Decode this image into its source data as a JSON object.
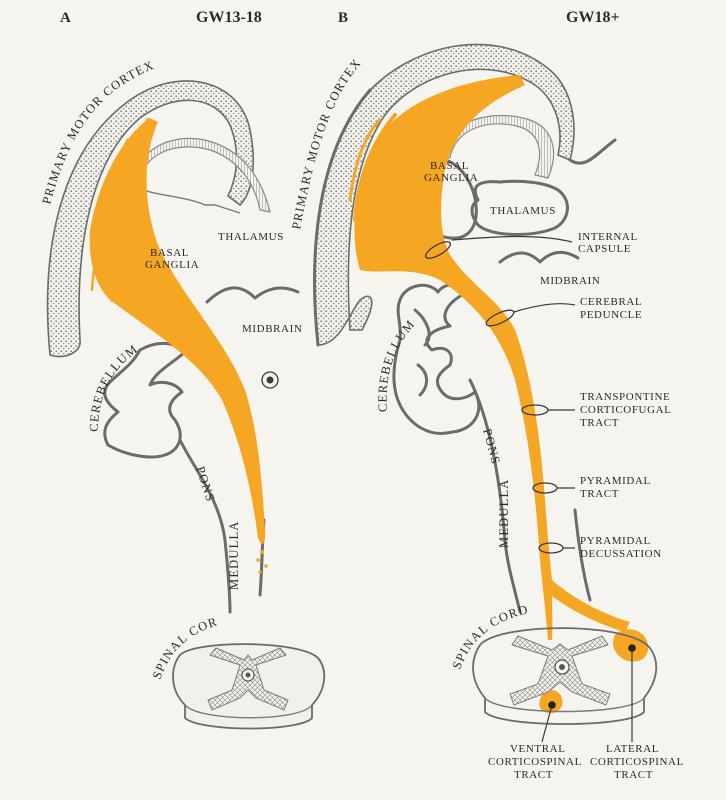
{
  "panels": {
    "a": {
      "letter": "A",
      "stage": "GW13-18",
      "labels": {
        "cortex": "PRIMARY MOTOR CORTEX",
        "thalamus": "THALAMUS",
        "basal_line1": "BASAL",
        "basal_line2": "GANGLIA",
        "midbrain": "MIDBRAIN",
        "cerebellum": "CEREBELLUM",
        "pons": "PONS",
        "medulla": "MEDULLA",
        "spinal_cord": "SPINAL CORD"
      }
    },
    "b": {
      "letter": "B",
      "stage": "GW18+",
      "labels": {
        "cortex": "PRIMARY MOTOR CORTEX",
        "basal_line1": "BASAL",
        "basal_line2": "GANGLIA",
        "thalamus": "THALAMUS",
        "midbrain": "MIDBRAIN",
        "cerebellum": "CEREBELLUM",
        "pons": "PONS",
        "medulla": "MEDULLA",
        "spinal_cord": "SPINAL CORD"
      },
      "callouts": {
        "internal_capsule": [
          "INTERNAL",
          "CAPSULE"
        ],
        "cerebral_peduncle": [
          "CEREBRAL",
          "PEDUNCLE"
        ],
        "transpontine": [
          "TRANSPONTINE",
          "CORTICOFUGAL",
          "TRACT"
        ],
        "pyramidal_tract": [
          "PYRAMIDAL",
          "TRACT"
        ],
        "pyramidal_decussation": [
          "PYRAMIDAL",
          "DECUSSATION"
        ],
        "ventral_cst": [
          "VENTRAL",
          "CORTICOSPINAL",
          "TRACT"
        ],
        "lateral_cst": [
          "LATERAL",
          "CORTICOSPINAL",
          "TRACT"
        ]
      }
    }
  },
  "colors": {
    "tract": "#f5a623",
    "outline": "#6b6b6b",
    "background": "#f5f4ee"
  }
}
